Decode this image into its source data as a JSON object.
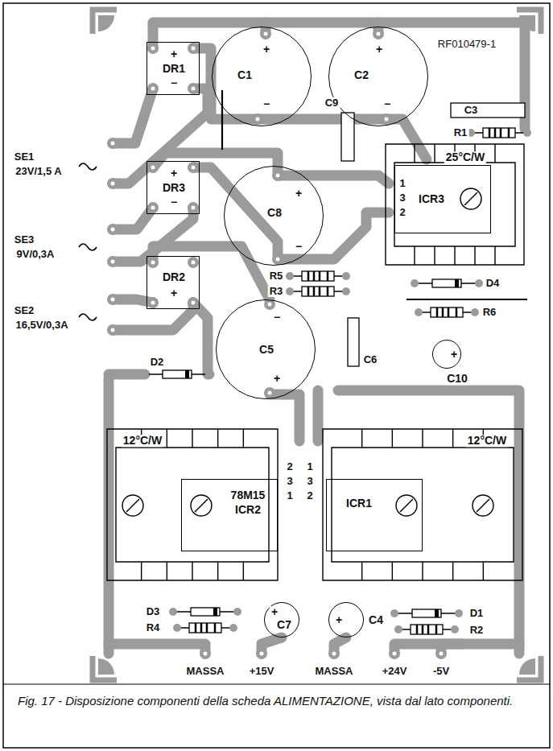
{
  "diagram": {
    "caption": "Fig. 17 - Disposizione componenti della scheda ALIMENTAZIONE, vista dal lato componenti.",
    "nodes": [
      {
        "text": [
          "+",
          "DR1",
          "−"
        ]
      },
      {
        "text": [
          "+",
          "C1",
          "−"
        ]
      },
      {
        "text": [
          "+",
          "C2",
          "−"
        ]
      },
      {
        "text": [
          "+",
          "DR3",
          "−"
        ]
      },
      {
        "text": [
          "+",
          "C8",
          "−"
        ]
      },
      {
        "text": [
          "25°C/W"
        ]
      },
      {
        "text": [
          "ICR3"
        ],
        "in": 5
      },
      {
        "text": [
          "DR2",
          "+"
        ]
      },
      {
        "text": [
          "−",
          "C5",
          "+"
        ]
      },
      {
        "text": [
          "+",
          "C10"
        ]
      },
      {
        "text": [
          "12°C/W"
        ]
      },
      {
        "text": [
          "78M15",
          "ICR2"
        ],
        "in": 10
      },
      {
        "text": [
          "12°C/W"
        ]
      },
      {
        "text": [
          "ICR1"
        ],
        "in": 12
      },
      {
        "text": [
          "+",
          "C7"
        ]
      },
      {
        "text": [
          "+",
          "C4"
        ]
      }
    ],
    "labels": [
      "RF010479-1",
      "SE1",
      "23V/1,5 A",
      "C3",
      "R1",
      "SE3",
      "9V/0,3A",
      "C9",
      "1",
      "3",
      "2",
      "R5",
      "R3",
      "SE2",
      "16,5V/0,3A",
      "D4",
      "R6",
      "C6",
      "D2",
      "2",
      "3",
      "1",
      "1",
      "3",
      "2",
      "D3",
      "R4",
      "D1",
      "R2",
      "MASSA",
      "+15V",
      "MASSA",
      "+24V",
      "-5V"
    ]
  }
}
